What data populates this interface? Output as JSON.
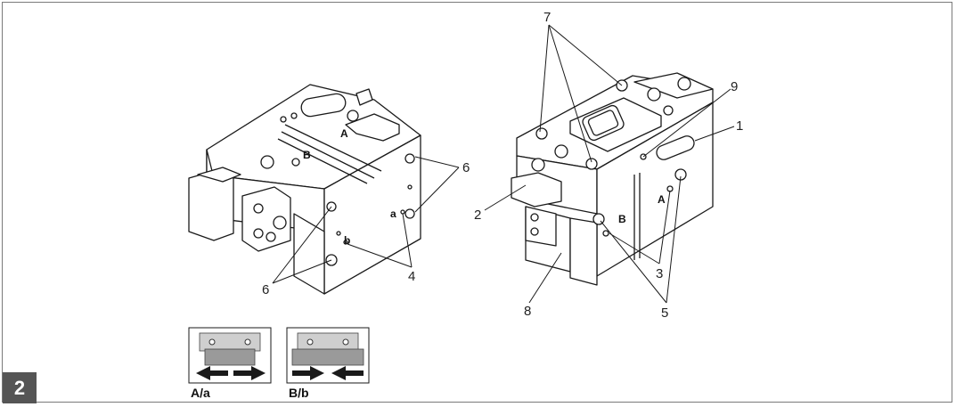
{
  "figure": {
    "number": "2",
    "callouts": {
      "c1": "1",
      "c2": "2",
      "c3": "3",
      "c4": "4",
      "c5": "5",
      "c6a": "6",
      "c6b": "6",
      "c7": "7",
      "c8": "8",
      "c9": "9"
    },
    "part_markings": {
      "left_A": "A",
      "left_B": "B",
      "left_a": "a",
      "left_b": "b",
      "right_A": "A",
      "right_B": "B"
    },
    "mode_icons": [
      {
        "caption": "A/a"
      },
      {
        "caption": "B/b"
      }
    ]
  },
  "colors": {
    "line": "#1a1a1a",
    "frame": "#7a7a7a",
    "badge_bg": "#555555",
    "icon_fill": "#9a9a9a"
  }
}
